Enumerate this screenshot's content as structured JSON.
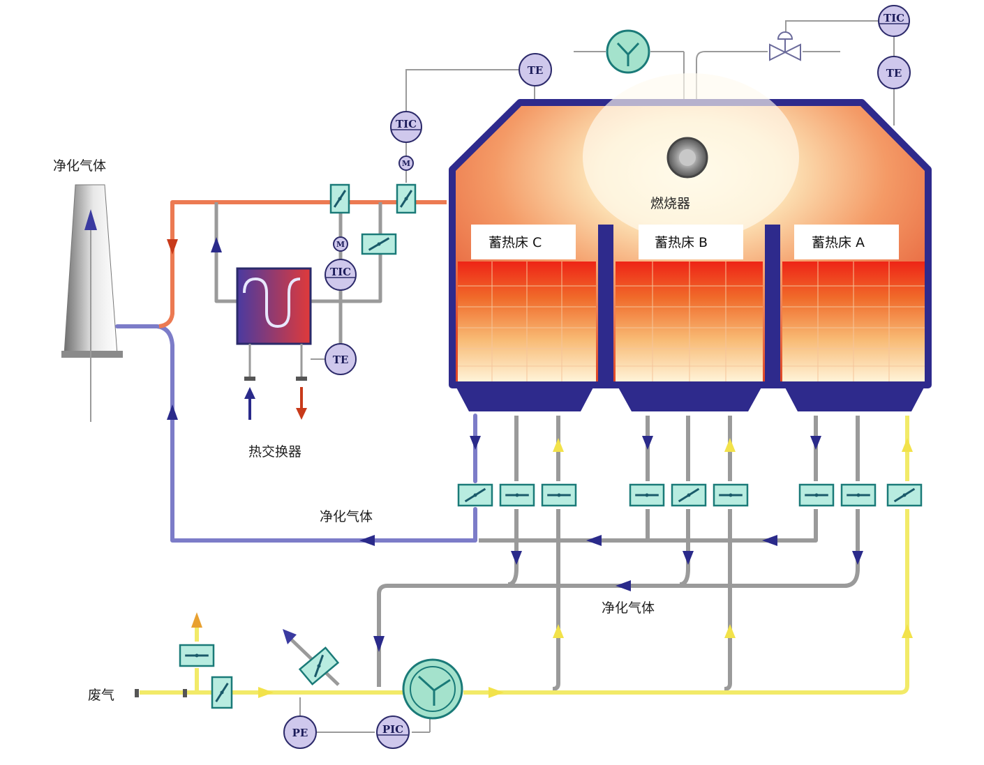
{
  "labels": {
    "stack_gas": "净化气体",
    "burner": "燃烧器",
    "bed_c": "蓄热床 C",
    "bed_b": "蓄热床 B",
    "bed_a": "蓄热床 A",
    "heat_exchanger": "热交换器",
    "purified_gas_upper": "净化气体",
    "purified_gas_lower": "净化气体",
    "waste_gas": "废气"
  },
  "instruments": {
    "te_top": "TE",
    "tic_top_left": "TIC",
    "motor_top": "M",
    "tic_right_top": "TIC",
    "te_right": "TE",
    "motor_hx": "M",
    "tic_hx": "TIC",
    "te_hx": "TE",
    "pe": "PE",
    "pic": "PIC"
  },
  "colors": {
    "purified_line": "#7c7cc8",
    "hot_line": "#ec7a52",
    "inlet_line": "#f2ea68",
    "gray_line": "#9a9a9a",
    "chamber_border": "#2e2a8c",
    "valve_fill": "#b8ece0",
    "valve_border": "#1a7a78",
    "instrument_fill": "#cfc8ec",
    "instrument_border": "#2c2a6a"
  }
}
